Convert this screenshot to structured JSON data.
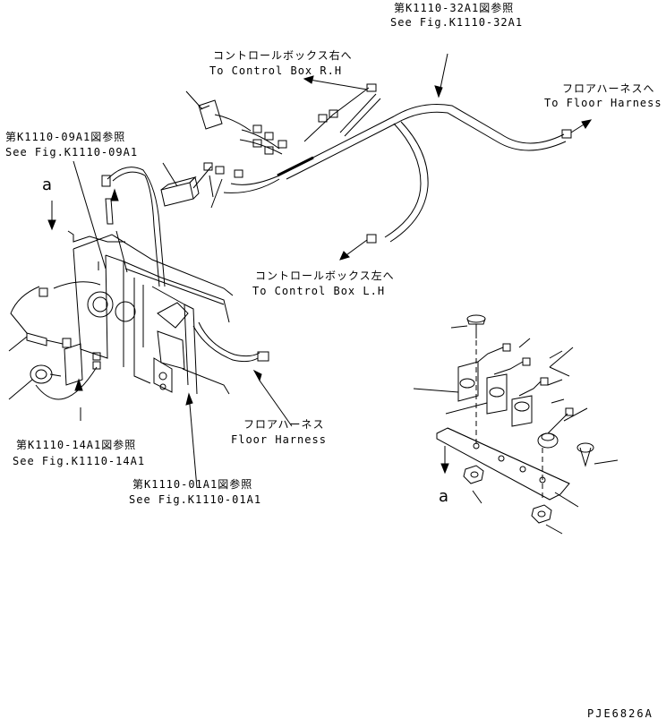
{
  "refs": {
    "k1110_32a1_jp": "第K1110-32A1図参照",
    "k1110_32a1_en": "See Fig.K1110-32A1",
    "k1110_09a1_jp": "第K1110-09A1図参照",
    "k1110_09a1_en": "See Fig.K1110-09A1",
    "k1110_14a1_jp": "第K1110-14A1図参照",
    "k1110_14a1_en": "See Fig.K1110-14A1",
    "k1110_01a1_jp": "第K1110-01A1図参照",
    "k1110_01a1_en": "See Fig.K1110-01A1"
  },
  "destinations": {
    "control_box_rh_jp": "コントロールボックス右へ",
    "control_box_rh_en": "To Control Box R.H",
    "floor_harness_to_jp": "フロアハーネスへ",
    "floor_harness_to_en": "To Floor Harness",
    "control_box_lh_jp": "コントロールボックス左へ",
    "control_box_lh_en": "To Control Box L.H",
    "floor_harness_jp": "フロアハーネス",
    "floor_harness_en": "Floor Harness"
  },
  "markers": {
    "a_top": "a",
    "a_bottom": "a"
  },
  "drawing_code": "PJE6826A",
  "colors": {
    "line": "#000000",
    "background": "#ffffff"
  }
}
